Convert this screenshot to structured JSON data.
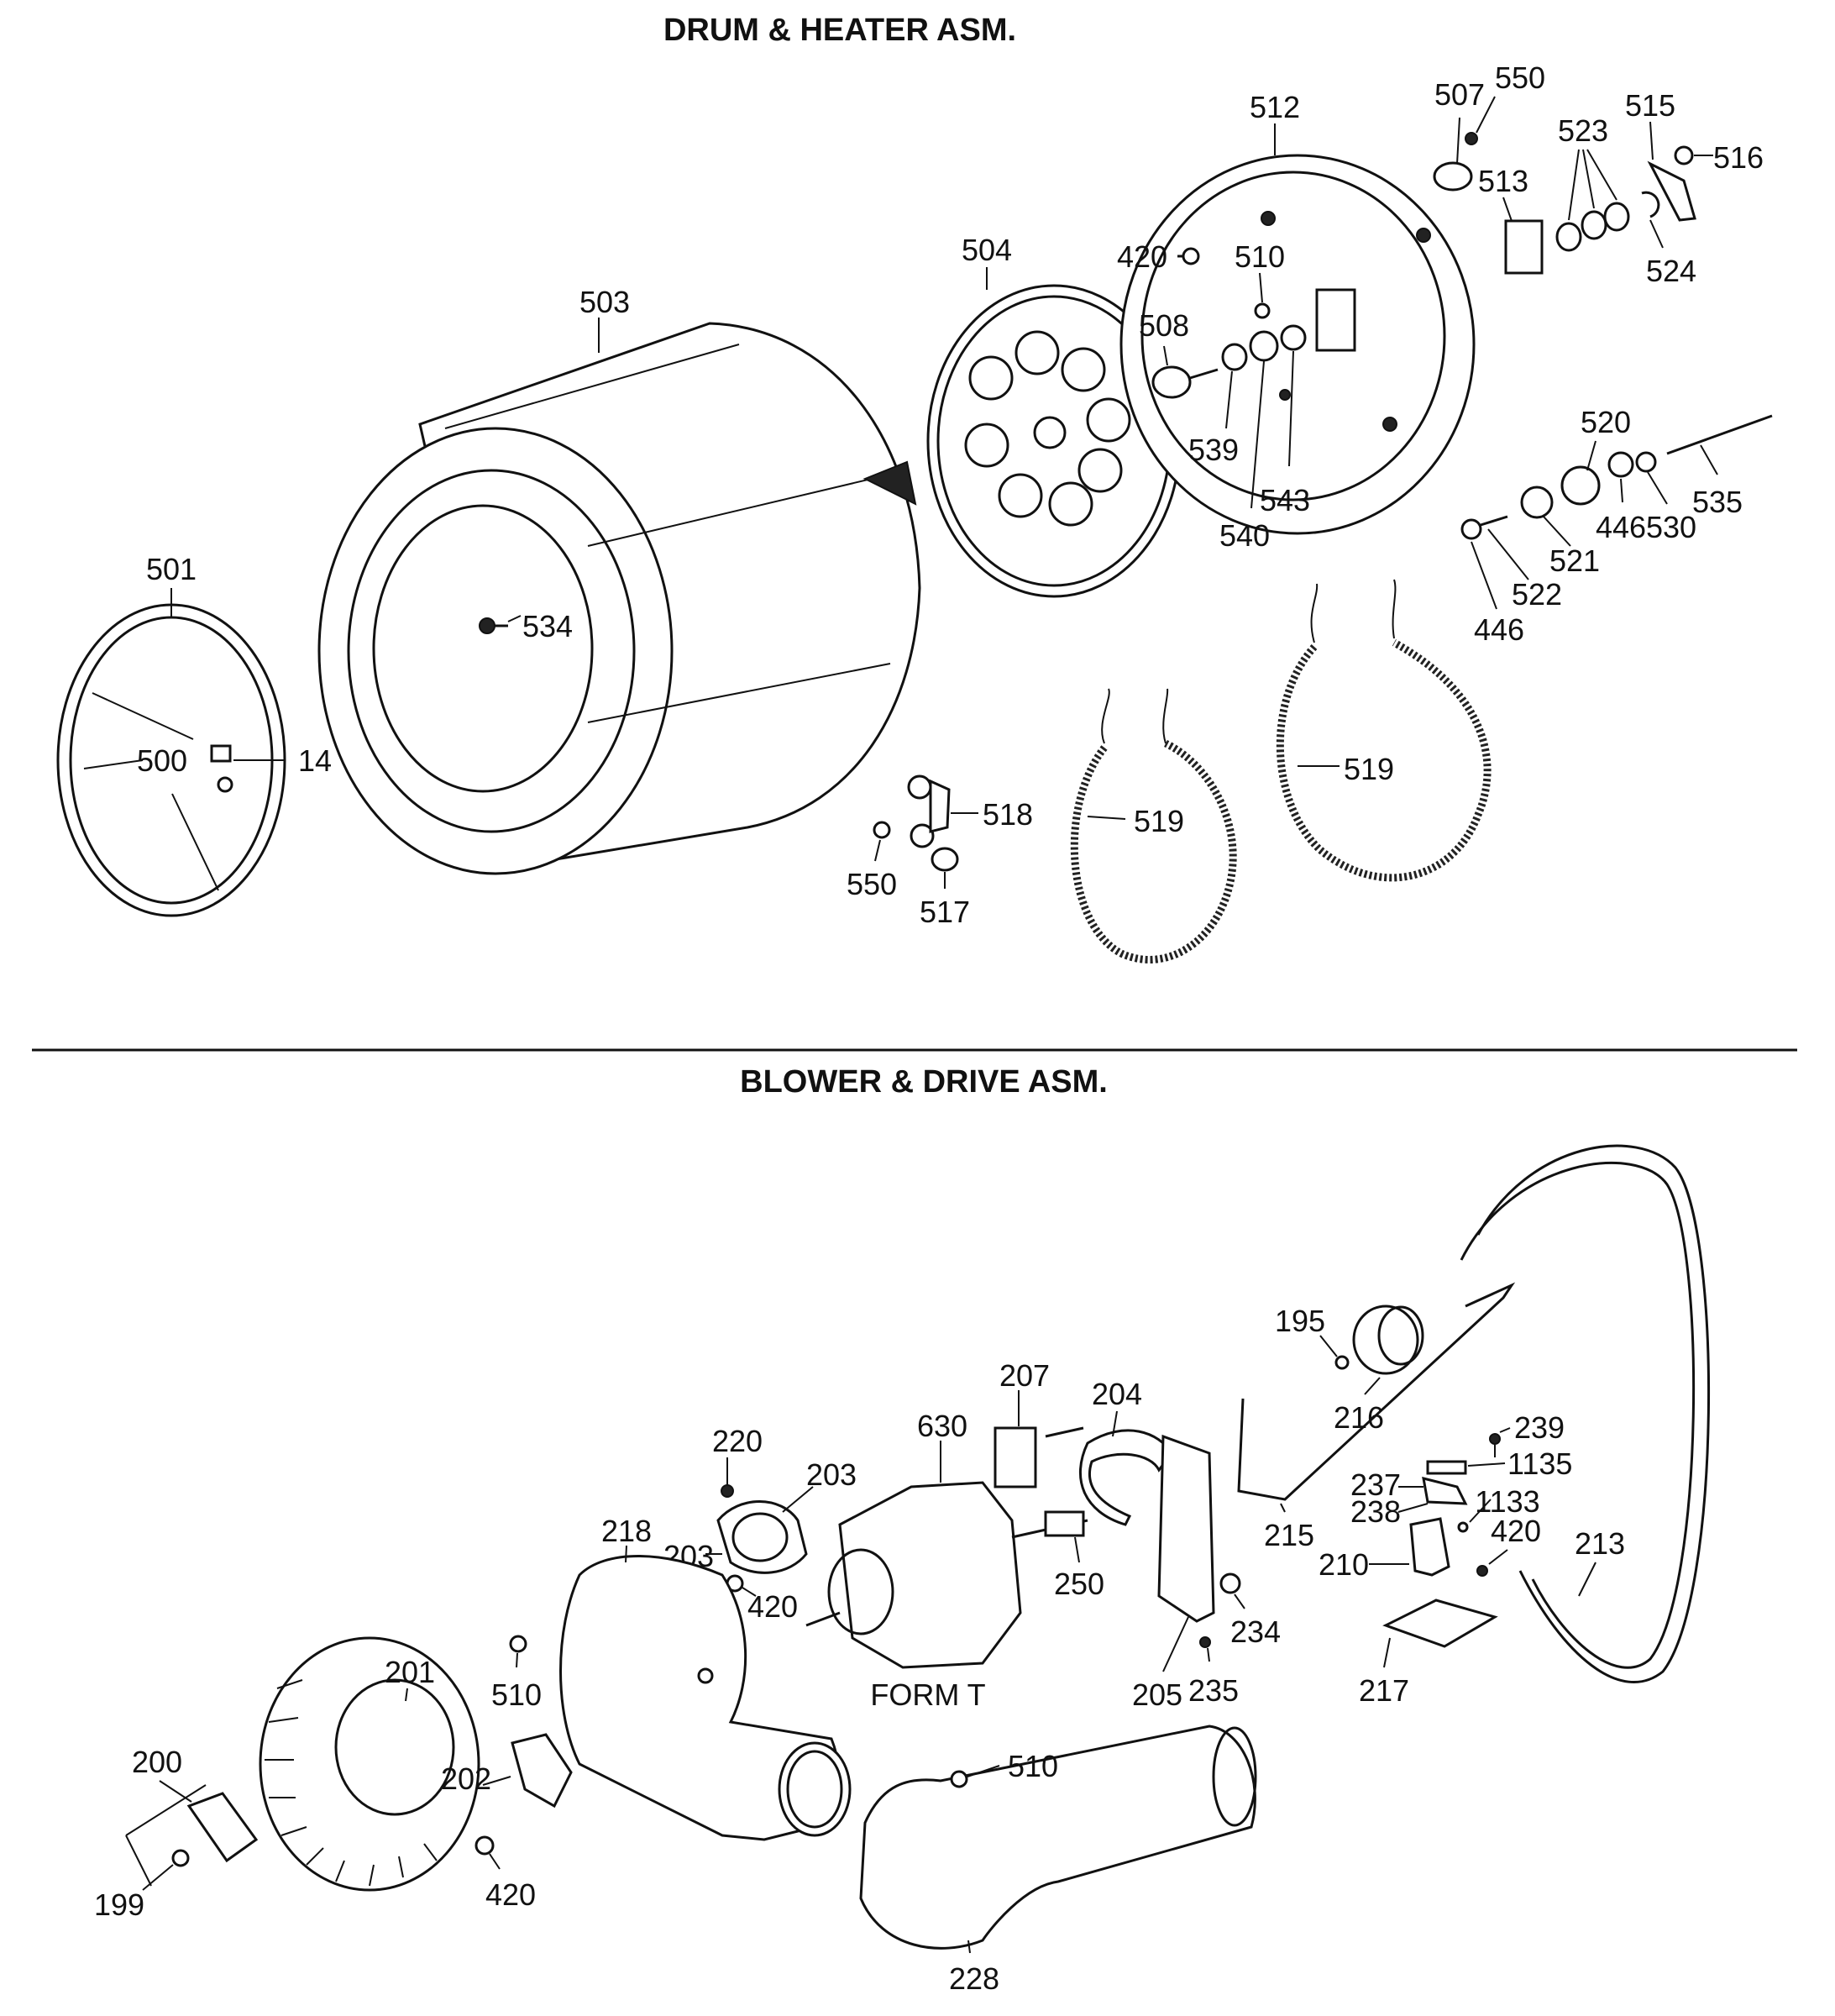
{
  "sections": [
    {
      "title": "DRUM & HEATER ASM."
    },
    {
      "title": "BLOWER & DRIVE ASM."
    }
  ],
  "callouts": {
    "c501": "501",
    "c500": "500",
    "c14": "14",
    "c503": "503",
    "c534": "534",
    "c504": "504",
    "c420a": "420",
    "c510a": "510",
    "c508": "508",
    "c539": "539",
    "c540": "540",
    "c543": "543",
    "c512": "512",
    "c507": "507",
    "c550a": "550",
    "c513": "513",
    "c523": "523",
    "c515": "515",
    "c516": "516",
    "c524": "524",
    "c520": "520",
    "c535": "535",
    "c446a": "446",
    "c530": "530",
    "c521": "521",
    "c522": "522",
    "c446b": "446",
    "c519a": "519",
    "c519b": "519",
    "c518": "518",
    "c550b": "550",
    "c517": "517",
    "c195": "195",
    "c216": "216",
    "c207": "207",
    "c204": "204",
    "c630": "630",
    "c220": "220",
    "c203a": "203",
    "c203b": "203",
    "c420b": "420",
    "c218": "218",
    "c250": "250",
    "c215": "215",
    "c239": "239",
    "c1135": "1135",
    "c237": "237",
    "c238": "238",
    "c1133": "1133",
    "c210": "210",
    "c420c": "420",
    "c213": "213",
    "c234": "234",
    "c205": "205",
    "c235": "235",
    "c217": "217",
    "c510b": "510",
    "c201": "201",
    "cform": "FORM T",
    "c200": "200",
    "c202": "202",
    "c510c": "510",
    "c420d": "420",
    "c199": "199",
    "c228": "228"
  }
}
